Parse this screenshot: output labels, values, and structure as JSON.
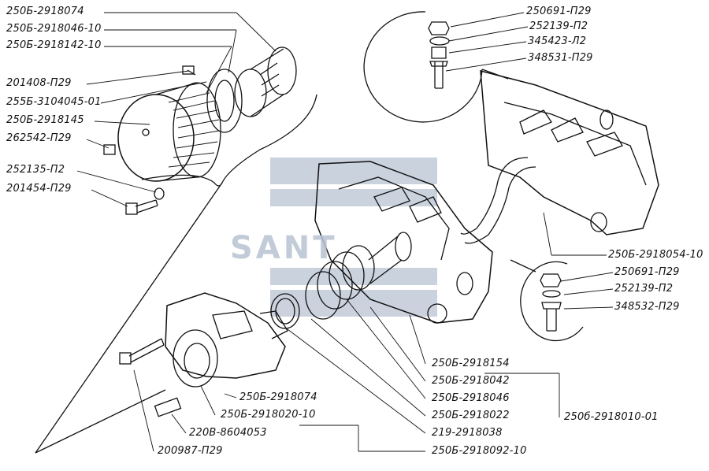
{
  "watermark": "SANT",
  "colors": {
    "ink": "#111111",
    "watermark": "#b8c2d2"
  },
  "labels": {
    "l1": "250Б-2918074",
    "l2": "250Б-2918046-10",
    "l3": "250Б-2918142-10",
    "l4": "201408-П29",
    "l5": "255Б-3104045-01",
    "l6": "250Б-2918145",
    "l7": "262542-П29",
    "l8": "252135-П2",
    "l9": "201454-П29",
    "r1": "250691-П29",
    "r2": "252139-П2",
    "r3": "345423-Л2",
    "r4": "348531-П29",
    "r5": "250Б-2918054-10",
    "r6": "250691-П29",
    "r7": "252139-П2",
    "r8": "348532-П29",
    "b1": "250Б-2918154",
    "b2": "250Б-2918042",
    "b3": "250Б-2918046",
    "b4": "250Б-2918022",
    "b5": "219-2918038",
    "b6": "250Б-2918092-10",
    "b7": "250Б-2918074",
    "b8": "250Б-2918020-10",
    "b9": "220В-8604053",
    "b10": "200987-П29",
    "b11": "250б-2918010-01"
  }
}
